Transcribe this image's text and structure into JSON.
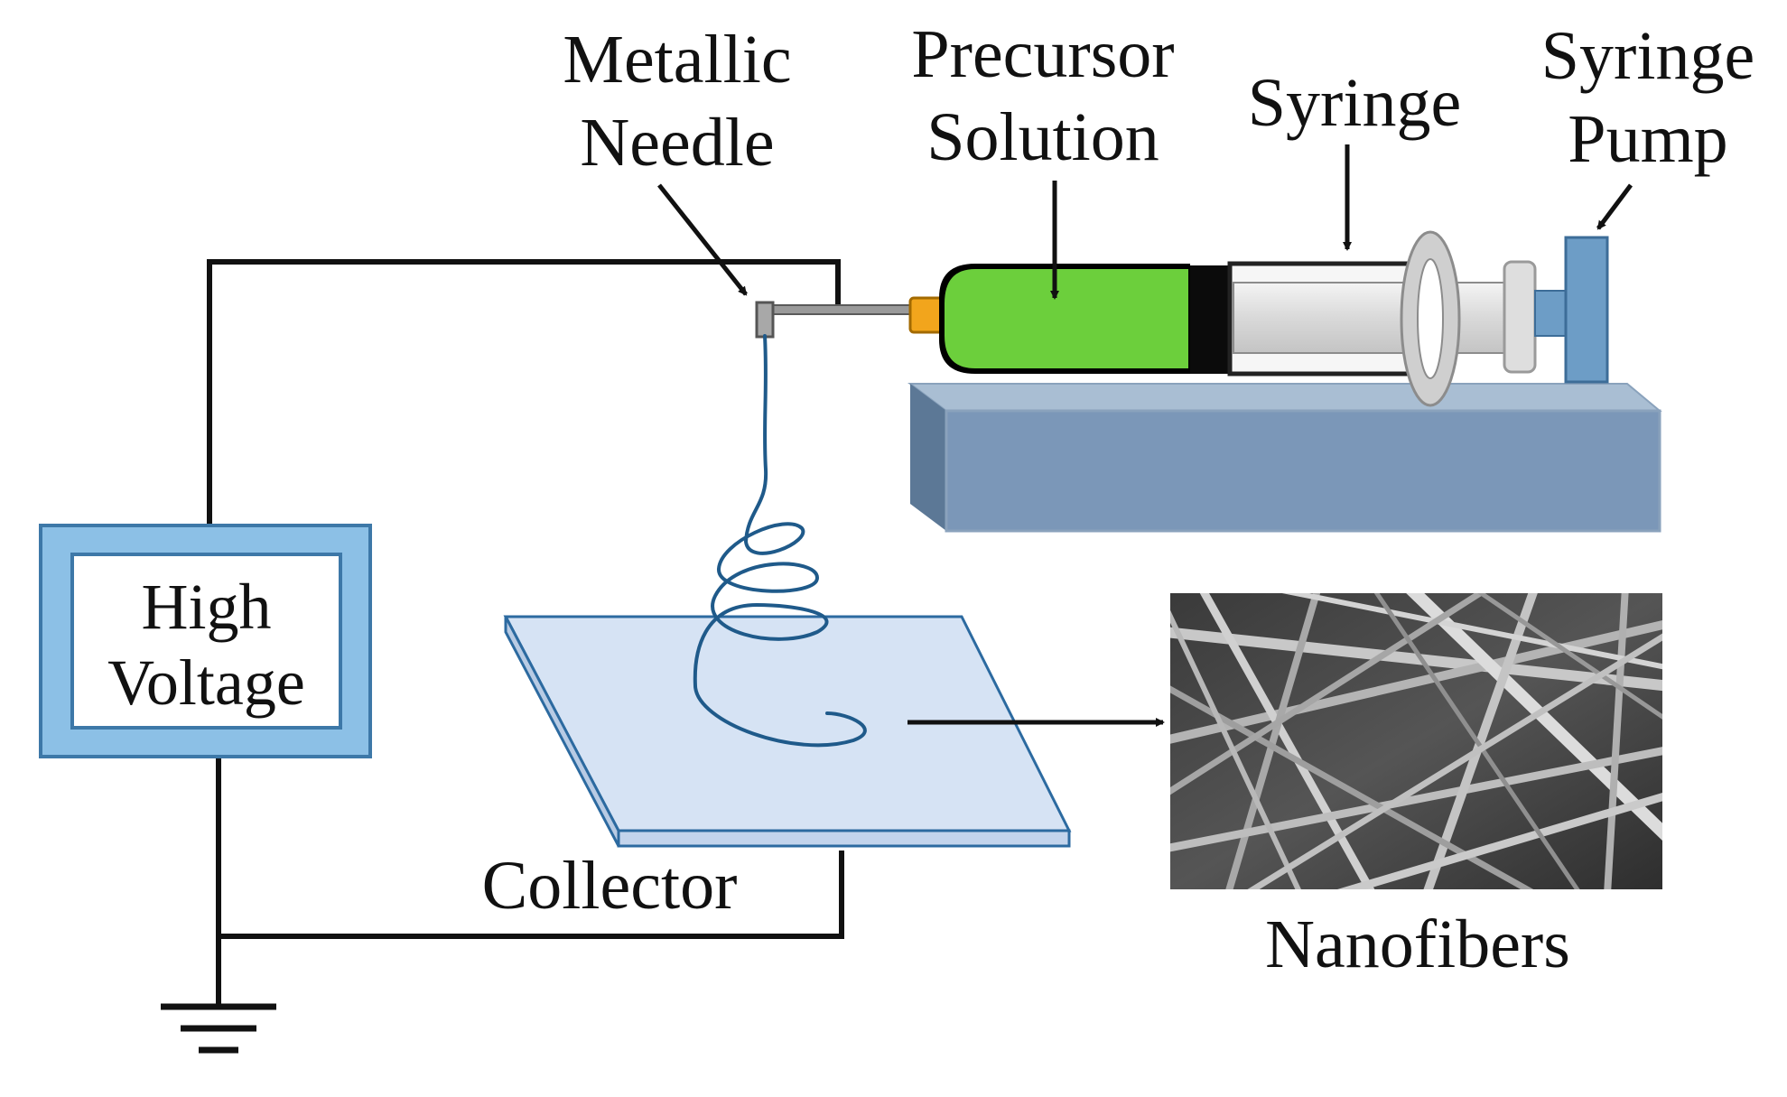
{
  "labels": {
    "needle_l1": "Metallic",
    "needle_l2": "Needle",
    "precursor_l1": "Precursor",
    "precursor_l2": "Solution",
    "syringe": "Syringe",
    "pump_l1": "Syringe",
    "pump_l2": "Pump",
    "hv_l1": "High",
    "hv_l2": "Voltage",
    "collector": "Collector",
    "nanofibers": "Nanofibers"
  },
  "colors": {
    "wire": "#111111",
    "power_frame": "#8cc0e6",
    "power_border": "#3d78a8",
    "solution": "#6ccf3c",
    "platform_top": "#a9bed3",
    "platform_front": "#7b97b8",
    "platform_side": "#5c7896",
    "collector_fill": "#d6e3f4",
    "collector_edge": "#2c6aa0",
    "jet": "#1f5a8a",
    "needle_tip": "#f2a51c",
    "pump_plate": "#6d9dc6"
  },
  "icons": [
    "ground-icon",
    "needle-icon",
    "syringe-icon",
    "pump-icon",
    "sem-image"
  ]
}
